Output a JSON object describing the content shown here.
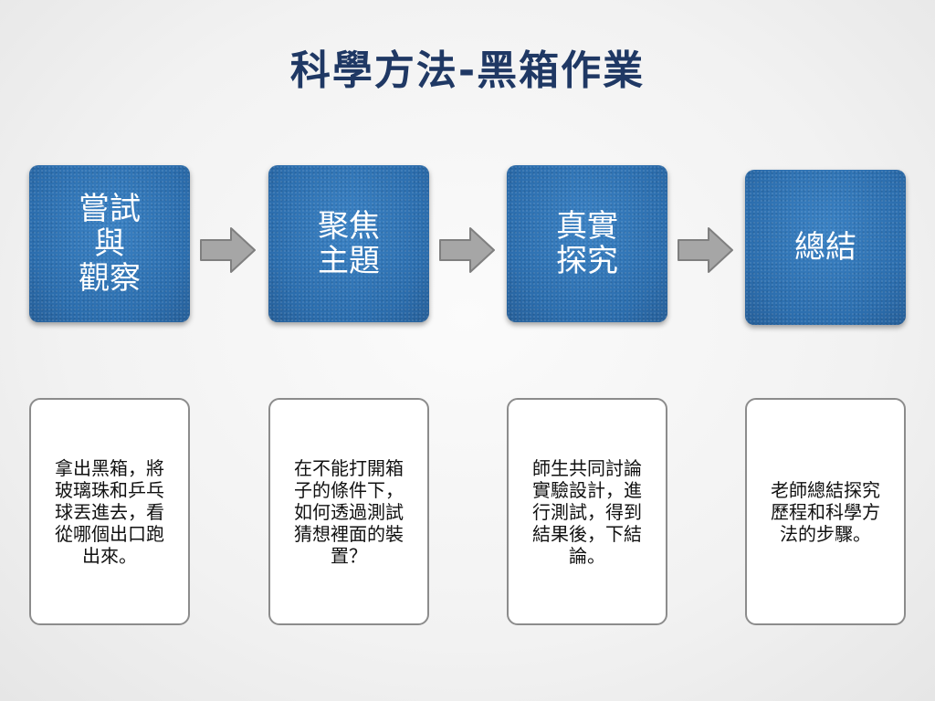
{
  "title": "科學方法-黑箱作業",
  "steps": [
    {
      "label": "嘗試\n與\n觀察"
    },
    {
      "label": "聚焦\n主題"
    },
    {
      "label": "真實\n探究"
    },
    {
      "label": "總結"
    }
  ],
  "descriptions": [
    {
      "text": "拿出黑箱，將\n玻璃珠和乒乓\n球丟進去，看\n從哪個出口跑\n出來。"
    },
    {
      "text": "在不能打開箱\n子的條件下，\n如何透過測試\n猜想裡面的裝\n置？"
    },
    {
      "text": "師生共同討論\n實驗設計，進\n行測試，得到\n結果後，下結\n論。"
    },
    {
      "text": "老師總結探究\n歷程和科學方\n法的步驟。"
    }
  ],
  "colors": {
    "title": "#1f3864",
    "step_fill": "#2f74b5",
    "arrow_fill": "#a6a6a6",
    "arrow_stroke": "#7f7f7f",
    "desc_border": "#8c8c8c"
  },
  "icons": {
    "arrow": "arrow-right-icon"
  }
}
